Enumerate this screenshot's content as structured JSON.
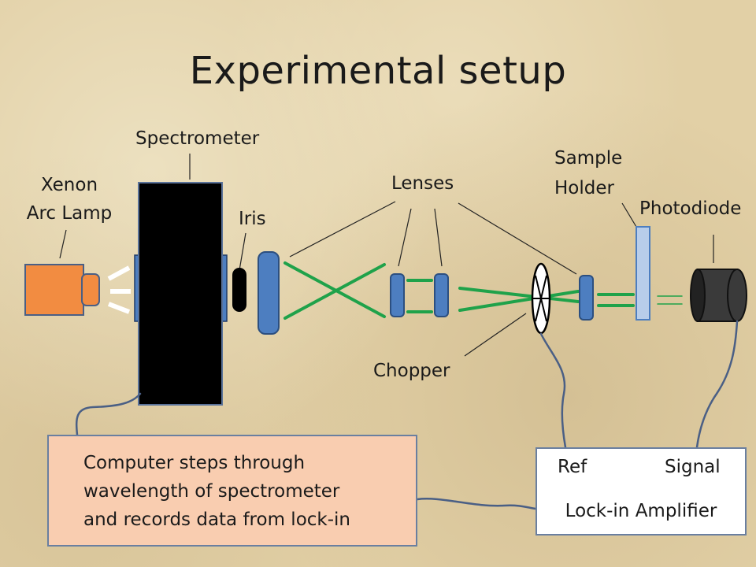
{
  "title": "Experimental setup",
  "labels": {
    "spectrometer": "Spectrometer",
    "xenon_line1": "Xenon",
    "xenon_line2": "Arc Lamp",
    "iris": "Iris",
    "lenses": "Lenses",
    "sample_line1": "Sample",
    "sample_line2": "Holder",
    "photodiode": "Photodiode",
    "chopper": "Chopper"
  },
  "computer_box": {
    "lines": [
      "Computer steps through",
      "wavelength of spectrometer",
      "and records data from lock-in"
    ]
  },
  "lockin_box": {
    "ref": "Ref",
    "signal": "Signal",
    "title": "Lock-in Amplifier"
  },
  "colors": {
    "lamp": "#f28c41",
    "optics_blue": "#4d7ec0",
    "beam_green": "#1fa24a",
    "spectrometer": "#000000",
    "sample": "#b8cdea",
    "computer_fill": "#f9cdb0",
    "cable": "#4a5f85"
  }
}
